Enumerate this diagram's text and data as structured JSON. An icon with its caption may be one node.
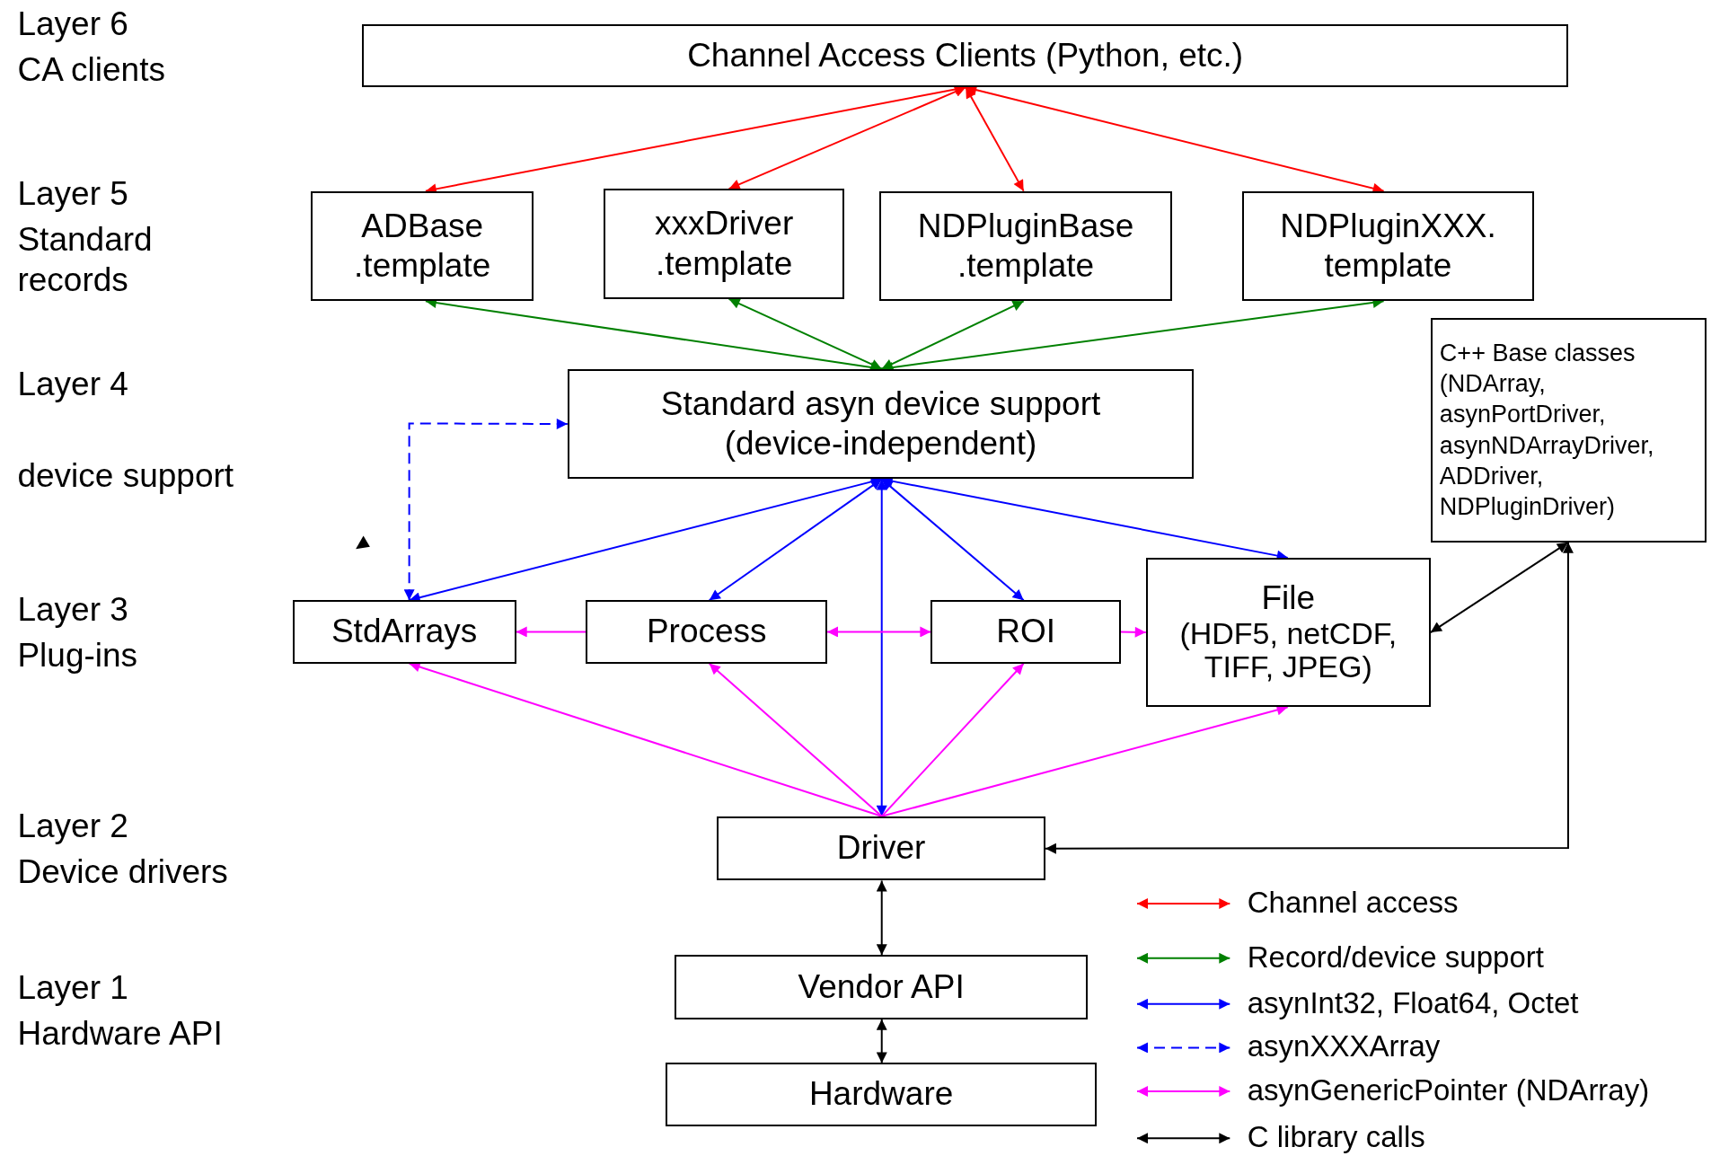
{
  "diagram": {
    "nodes": [
      {
        "text": [
          "Channel Access Clients (Python, etc.)"
        ]
      },
      {
        "text": [
          "ADBase .template"
        ]
      },
      {
        "text": [
          "xxxDriver .template"
        ]
      },
      {
        "text": [
          "NDPluginBase .template"
        ]
      },
      {
        "text": [
          "NDPluginXXX. template"
        ]
      },
      {
        "text": [
          "Standard asyn device support (device-independent)"
        ]
      },
      {
        "text": [
          "C++ Base classes (NDArray, asynPortDriver, asynNDArrayDriver, ADDriver, NDPluginDriver)"
        ]
      },
      {
        "text": [
          "StdArrays"
        ]
      },
      {
        "text": [
          "Process"
        ]
      },
      {
        "text": [
          "ROI"
        ]
      },
      {
        "text": [
          "File",
          "(HDF5, netCDF, TIFF, JPEG)"
        ]
      },
      {
        "text": [
          "Driver"
        ]
      },
      {
        "text": [
          "Vendor API"
        ]
      },
      {
        "text": [
          "Hardware"
        ]
      }
    ],
    "edges": [
      {
        "from": 0,
        "to": 1,
        "arrow": "both",
        "color": "#ff0000"
      },
      {
        "from": 0,
        "to": 2,
        "arrow": "both",
        "color": "#ff0000"
      },
      {
        "from": 0,
        "to": 3,
        "arrow": "both",
        "color": "#ff0000"
      },
      {
        "from": 0,
        "to": 4,
        "arrow": "both",
        "color": "#ff0000"
      },
      {
        "from": 1,
        "to": 5,
        "arrow": "both",
        "color": "#008000"
      },
      {
        "from": 2,
        "to": 5,
        "arrow": "both",
        "color": "#008000"
      },
      {
        "from": 3,
        "to": 5,
        "arrow": "both",
        "color": "#008000"
      },
      {
        "from": 4,
        "to": 5,
        "arrow": "both",
        "color": "#008000"
      },
      {
        "from": 5,
        "to": 7,
        "arrow": "both",
        "style": "dashed",
        "color": "#0000ff"
      },
      {
        "from": 5,
        "to": 7,
        "arrow": "both",
        "color": "#0000ff"
      },
      {
        "from": 5,
        "to": 8,
        "arrow": "both",
        "color": "#0000ff"
      },
      {
        "from": 5,
        "to": 11,
        "arrow": "both",
        "color": "#0000ff"
      },
      {
        "from": 5,
        "to": 9,
        "arrow": "both",
        "color": "#0000ff"
      },
      {
        "from": 5,
        "to": 10,
        "arrow": "both",
        "color": "#0000ff"
      },
      {
        "from": 8,
        "to": 7,
        "arrow": "to"
      },
      {
        "from": 8,
        "to": 9,
        "arrow": "both"
      },
      {
        "from": 9,
        "to": 10,
        "arrow": "to"
      },
      {
        "from": 11,
        "to": 7,
        "arrow": "to"
      },
      {
        "from": 11,
        "to": 8,
        "arrow": "to"
      },
      {
        "from": 11,
        "to": 9,
        "arrow": "to"
      },
      {
        "from": 11,
        "to": 10,
        "arrow": "to"
      },
      {
        "from": 10,
        "to": 6,
        "arrow": "both",
        "color": "#000000"
      },
      {
        "from": 11,
        "to": 6,
        "arrow": "both",
        "color": "#000000"
      },
      {
        "from": 11,
        "to": 12,
        "arrow": "both",
        "color": "#000000"
      },
      {
        "from": 12,
        "to": 13,
        "arrow": "both",
        "color": "#000000"
      }
    ],
    "labels": [
      "Layer 6",
      "CA clients",
      "Layer 5",
      "Standard records",
      "Layer 4",
      "device support",
      "Layer 3",
      "Plug-ins",
      "Layer 2",
      "Device drivers",
      "Layer 1",
      "Hardware API"
    ],
    "legend": [
      {
        "text": "Channel access"
      },
      {
        "text": "Record/device support"
      },
      {
        "text": "asynInt32, Float64, Octet"
      },
      {
        "text": "asynXXXArray"
      },
      {
        "text": "asynGenericPointer (NDArray)"
      },
      {
        "text": "C library calls"
      }
    ]
  }
}
